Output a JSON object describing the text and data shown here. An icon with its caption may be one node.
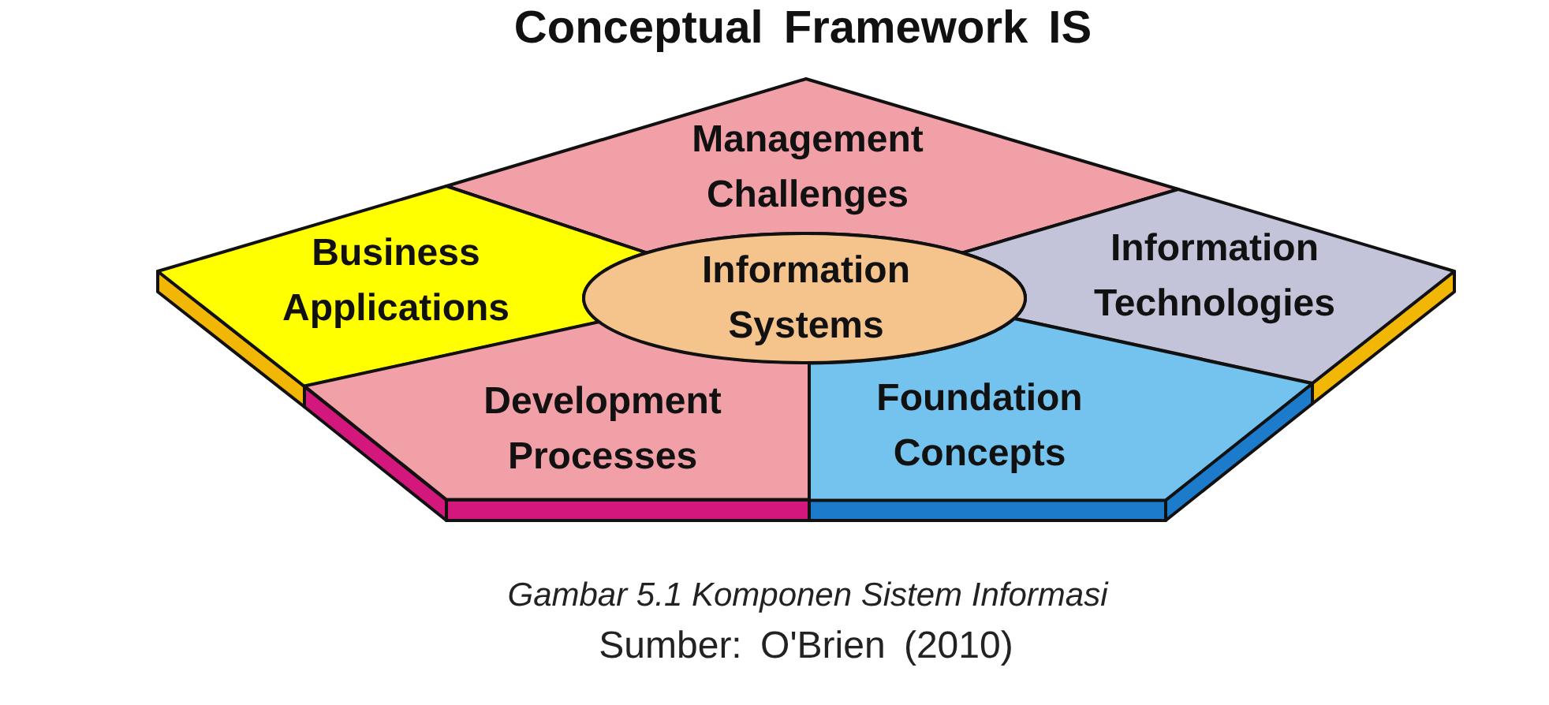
{
  "diagram": {
    "title": "Conceptual Framework IS",
    "caption": "Gambar 5.1 Komponen Sistem Informasi",
    "nodes": [
      {
        "text": [
          "Management Challenges"
        ]
      },
      {
        "text": [
          "Business Applications"
        ]
      },
      {
        "text": [
          "Information Systems"
        ]
      },
      {
        "text": [
          "Information Technologies"
        ]
      },
      {
        "text": [
          "Development Processes"
        ]
      },
      {
        "text": [
          "Foundation Concepts"
        ]
      }
    ],
    "labels": [
      "Sumber: O'Brien (2010)"
    ]
  }
}
